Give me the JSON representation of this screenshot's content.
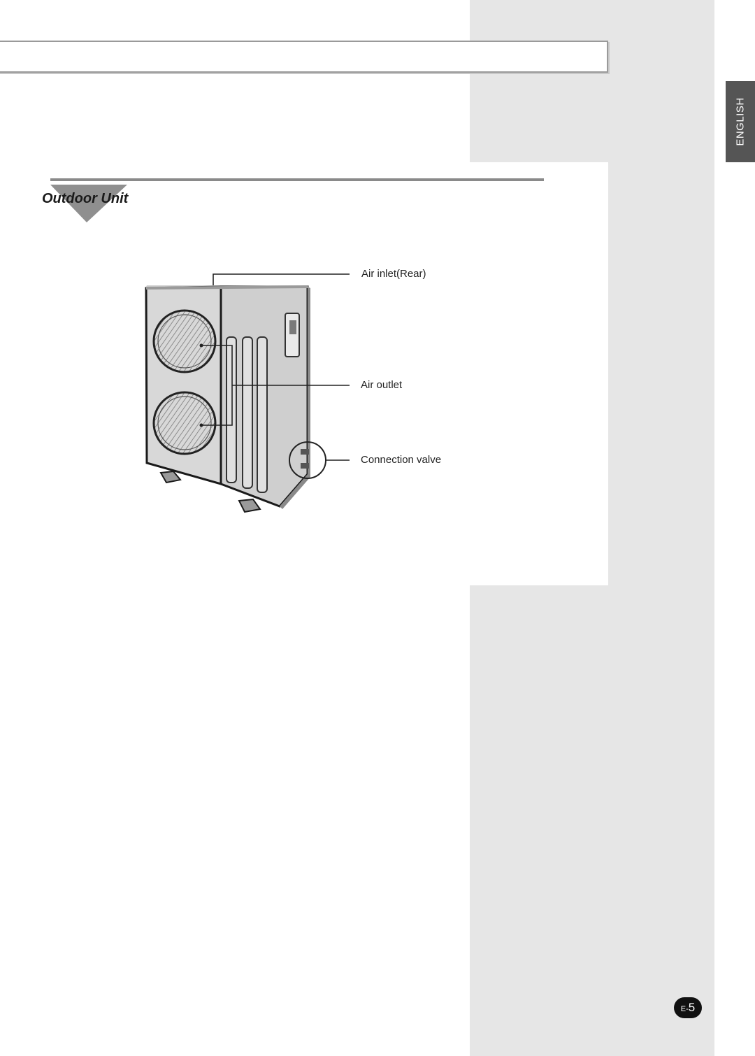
{
  "sidebar_tab": {
    "label": "ENGLISH"
  },
  "section": {
    "title": "Outdoor Unit"
  },
  "figure": {
    "icon": "outdoor-air-conditioner-unit-illustration",
    "callouts": [
      {
        "id": "air-inlet",
        "text": "Air inlet(Rear)"
      },
      {
        "id": "air-outlet",
        "text": "Air outlet"
      },
      {
        "id": "connection-valve",
        "text": "Connection valve"
      }
    ]
  },
  "page_number": {
    "prefix": "E-",
    "number": "5"
  },
  "colors": {
    "sidebar_band": "#e6e6e6",
    "language_tab": "#555555",
    "rule": "#8a8a8a",
    "page_badge": "#111111"
  }
}
